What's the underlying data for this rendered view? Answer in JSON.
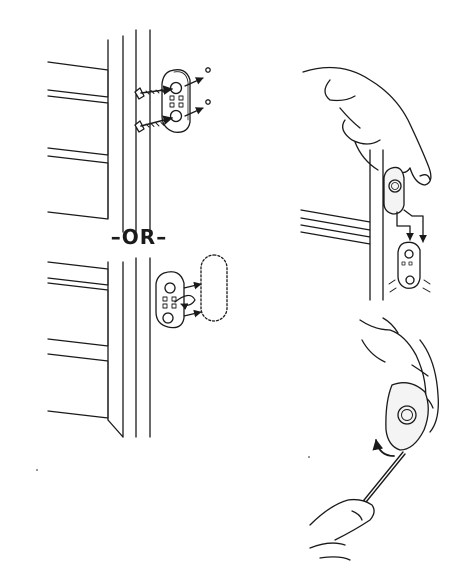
{
  "divider": {
    "text": "–OR–"
  },
  "panels": [
    {
      "id": "screw-mount",
      "icon": "screw-icon"
    },
    {
      "id": "adhesive-mount",
      "icon": "adhesive-tape-icon"
    },
    {
      "id": "attach-to-bracket",
      "icon": "hand-icon"
    },
    {
      "id": "release-with-pin",
      "icon": "pin-tool-icon"
    }
  ],
  "colors": {
    "line": "#1a1a1a",
    "background": "#ffffff",
    "device": "#f4f4f4",
    "shadow": "#d8d8d8"
  }
}
